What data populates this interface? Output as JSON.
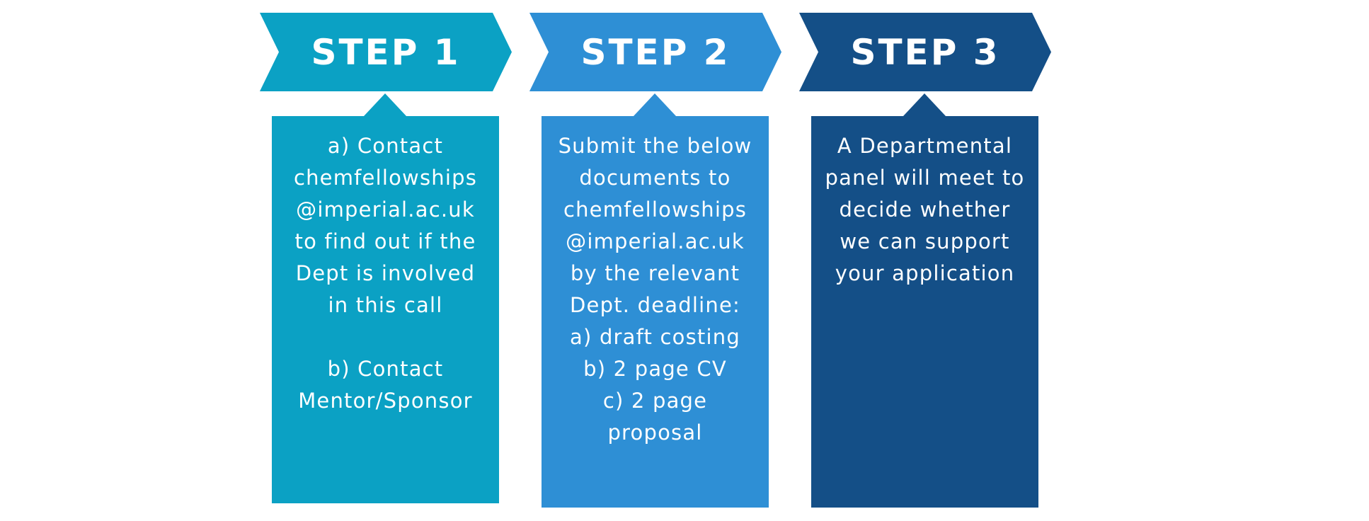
{
  "colors": {
    "step1": "#0ba1c4",
    "step2": "#2e8fd5",
    "step3": "#144f87",
    "text": "#ffffff"
  },
  "steps": [
    {
      "label": "STEP 1",
      "paragraphs": [
        [
          "a) Contact",
          "chemfellowships",
          "@imperial.ac.uk",
          "to find out if the",
          "Dept is involved",
          "in this call"
        ],
        [
          "b) Contact",
          "Mentor/Sponsor"
        ]
      ]
    },
    {
      "label": "STEP 2",
      "paragraphs": [
        [
          "Submit the below",
          "documents to",
          "chemfellowships",
          "@imperial.ac.uk",
          "by the relevant",
          "Dept. deadline:",
          "a) draft costing",
          "b) 2 page CV",
          "c) 2 page",
          "proposal"
        ]
      ]
    },
    {
      "label": "STEP 3",
      "paragraphs": [
        [
          "A Departmental",
          "panel will meet to",
          "decide whether",
          "we can support",
          "your application"
        ]
      ]
    }
  ]
}
